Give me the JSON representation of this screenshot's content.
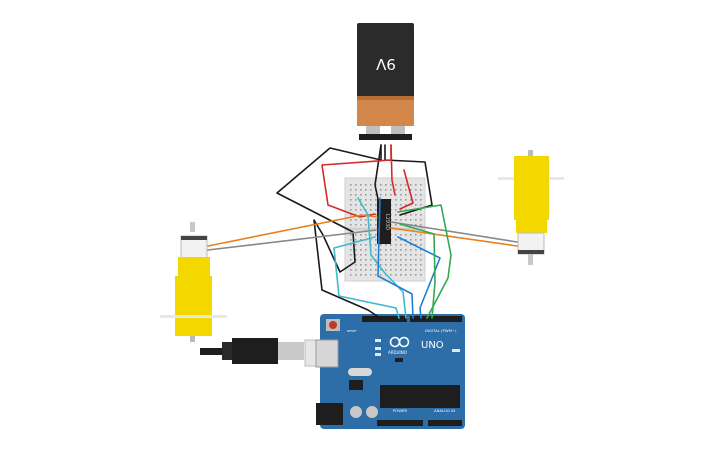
{
  "battery": {
    "label": "9V",
    "body_color": "#2b2b2b",
    "cap_color": "#d4874a"
  },
  "motor_driver": {
    "label": "L293D"
  },
  "arduino": {
    "brand": "UNO",
    "logo_text": "ARDUINO",
    "digital_label": "DIGITAL (PWM~)",
    "power_label": "POWER",
    "analog_label": "ANALOG IN",
    "reset_label": "RESET"
  },
  "wire_colors": {
    "black": "#1a1a1a",
    "red": "#d42a2a",
    "orange": "#e8801a",
    "gray": "#888888",
    "cyan": "#3fb9cc",
    "blue": "#1f7fd0",
    "green": "#34a853"
  },
  "motor_color": "#f3d800",
  "board_color": "#2d6da8"
}
